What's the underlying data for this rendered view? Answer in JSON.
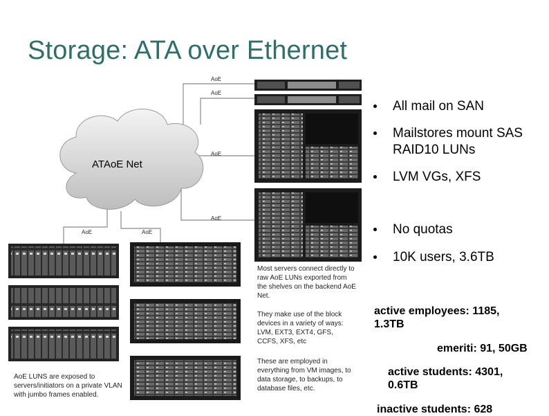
{
  "title": "Storage: ATA over Ethernet",
  "diagram": {
    "cloud_label": "ATAoE Net",
    "link_label": "AoE"
  },
  "bullets": [
    {
      "text": "All mail on SAN"
    },
    {
      "text": "Mailstores mount SAS RAID10 LUNs"
    },
    {
      "text": "LVM VGs, XFS"
    },
    {
      "text": "No quotas"
    },
    {
      "text": "10K users, 3.6TB"
    }
  ],
  "notes": {
    "note_top": "Most servers connect directly to raw AoE LUNs exported from the shelves on the backend AoE Net.",
    "note_mid": "They make use of the block devices in a variety of ways: LVM, EXT3, EXT4, GFS, CCFS, XFS, etc",
    "note_bottom": "These are employed in everything from VM images, to data storage, to backups, to database files, etc.",
    "note_left": "AoE LUNS are exposed to servers/initiators on a private VLAN with jumbo frames enabled."
  },
  "stats": {
    "active_employees": "active employees: 1185, 1.3TB",
    "emeriti": "emeriti: 91, 50GB",
    "active_students": "active students: 4301, 0.6TB",
    "inactive_students": "inactive students: 628"
  }
}
